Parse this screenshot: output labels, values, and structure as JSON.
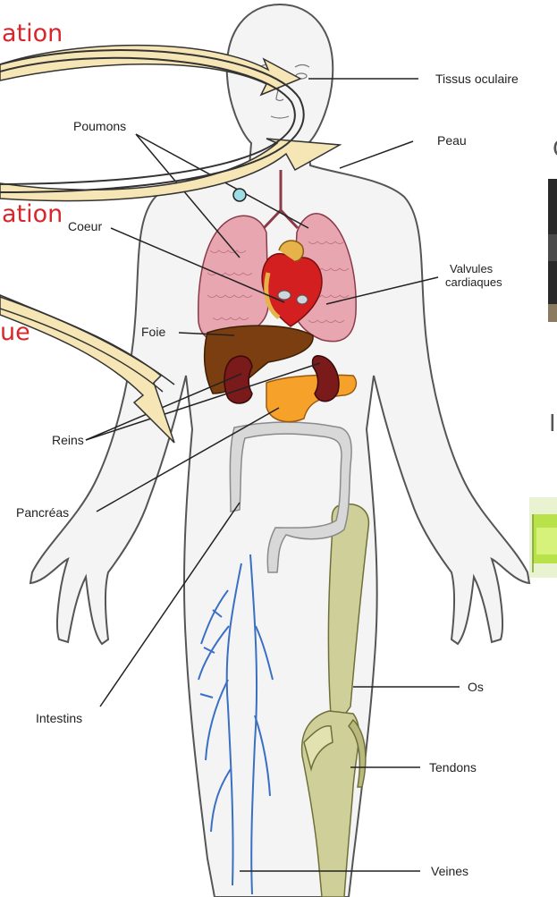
{
  "slide_text": {
    "red_top": "ation",
    "red_middle": "ation",
    "red_lower": "ue",
    "cut_letter_top": "C",
    "cut_letter_mid": "I"
  },
  "labels": {
    "eye_tissue": "Tissus oculaire",
    "lungs": "Poumons",
    "skin": "Peau",
    "heart": "Coeur",
    "valves_line1": "Valvules",
    "valves_line2": "cardiaques",
    "liver": "Foie",
    "kidneys": "Reins",
    "pancreas": "Pancréas",
    "intestines": "Intestins",
    "bone": "Os",
    "tendons": "Tendons",
    "veins": "Veines"
  },
  "colors": {
    "red_text": "#d8262b",
    "lung": "#e8a6b0",
    "liver": "#7a3e10",
    "kidney": "#7a1a1a",
    "pancreas": "#f5a12a",
    "bone": "#cfcf9a",
    "vein": "#3a6fc4",
    "arrow_fill": "#f6e6b5",
    "marker_fill": "#9fdde6"
  }
}
